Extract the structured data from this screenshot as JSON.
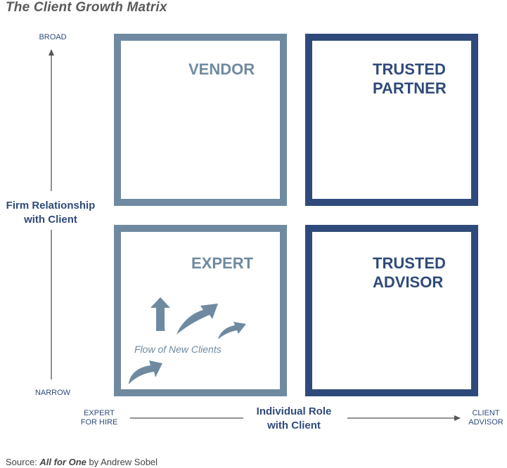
{
  "title": "The Client Growth Matrix",
  "y_axis": {
    "top_label": "BROAD",
    "bottom_label": "NARROW",
    "title_line1": "Firm Relationship",
    "title_line2": "with Client"
  },
  "x_axis": {
    "left_line1": "EXPERT",
    "left_line2": "FOR HIRE",
    "right_line1": "CLIENT",
    "right_line2": "ADVISOR",
    "title_line1": "Individual Role",
    "title_line2": "with Client"
  },
  "quadrants": {
    "top_left": {
      "label": "VENDOR"
    },
    "top_right": {
      "line1": "TRUSTED",
      "line2": "PARTNER"
    },
    "bottom_left": {
      "label": "EXPERT",
      "flow_label": "Flow of New Clients"
    },
    "bottom_right": {
      "line1": "TRUSTED",
      "line2": "ADVISOR"
    }
  },
  "source": {
    "prefix": "Source: ",
    "book": "All for One",
    "suffix": " by Andrew Sobel"
  },
  "colors": {
    "light_blue_gray": "#6f8aa0",
    "dark_navy": "#2f4a7a",
    "axis_gray": "#555555"
  }
}
